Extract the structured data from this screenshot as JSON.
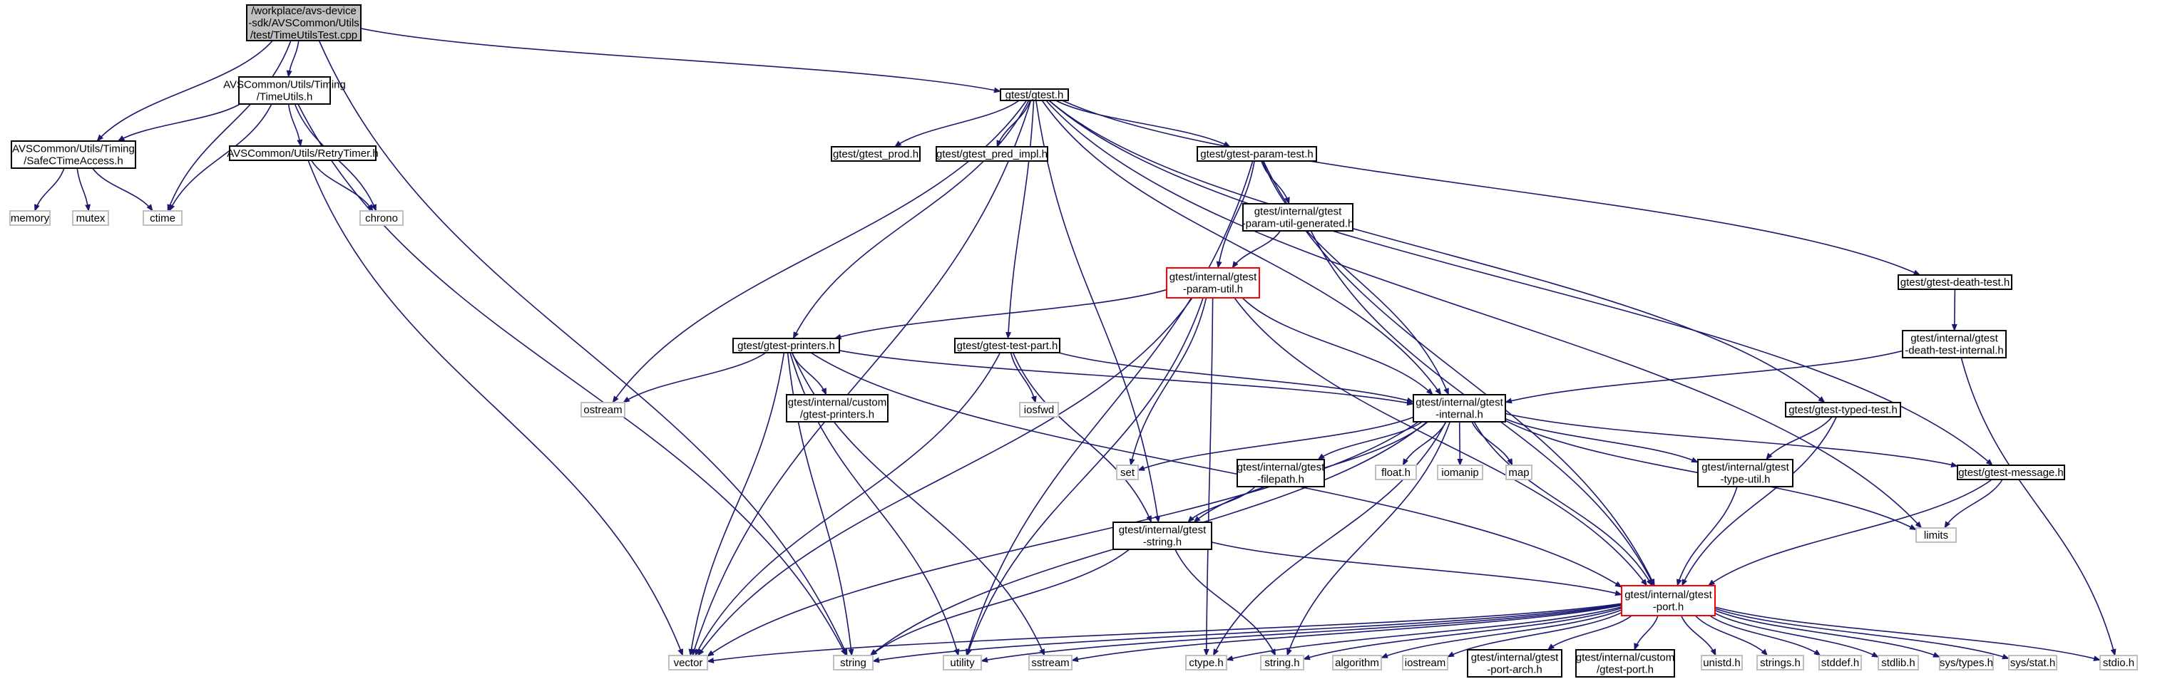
{
  "colors": {
    "edge": "#191970",
    "node_border": "#000000",
    "external_border": "#bfbfbf",
    "error_border": "#ff0000",
    "root_fill": "#bfbfbf",
    "node_fill": "#ffffff"
  },
  "nodes": [
    {
      "id": "root",
      "kind": "root",
      "lines": [
        "/workplace/avs-device",
        "-sdk/AVSCommon/Utils",
        "/test/TimeUtilsTest.cpp"
      ]
    },
    {
      "id": "timeutils",
      "kind": "normal",
      "lines": [
        "AVSCommon/Utils/Timing",
        "/TimeUtils.h"
      ]
    },
    {
      "id": "safectime",
      "kind": "normal",
      "lines": [
        "AVSCommon/Utils/Timing",
        "/SafeCTimeAccess.h"
      ]
    },
    {
      "id": "retrytimer",
      "kind": "normal",
      "lines": [
        "AVSCommon/Utils/RetryTimer.h"
      ]
    },
    {
      "id": "memory",
      "kind": "external",
      "lines": [
        "memory"
      ]
    },
    {
      "id": "mutex",
      "kind": "external",
      "lines": [
        "mutex"
      ]
    },
    {
      "id": "ctime",
      "kind": "external",
      "lines": [
        "ctime"
      ]
    },
    {
      "id": "chrono",
      "kind": "external",
      "lines": [
        "chrono"
      ]
    },
    {
      "id": "gtest",
      "kind": "normal",
      "lines": [
        "gtest/gtest.h"
      ]
    },
    {
      "id": "gtest_prod",
      "kind": "normal",
      "lines": [
        "gtest/gtest_prod.h"
      ]
    },
    {
      "id": "gtest_pred_impl",
      "kind": "normal",
      "lines": [
        "gtest/gtest_pred_impl.h"
      ]
    },
    {
      "id": "param_test",
      "kind": "normal",
      "lines": [
        "gtest/gtest-param-test.h"
      ]
    },
    {
      "id": "param_util_gen",
      "kind": "normal",
      "lines": [
        "gtest/internal/gtest",
        "-param-util-generated.h"
      ]
    },
    {
      "id": "param_util",
      "kind": "error",
      "lines": [
        "gtest/internal/gtest",
        "-param-util.h"
      ]
    },
    {
      "id": "death_test",
      "kind": "normal",
      "lines": [
        "gtest/gtest-death-test.h"
      ]
    },
    {
      "id": "death_test_internal",
      "kind": "normal",
      "lines": [
        "gtest/internal/gtest",
        "-death-test-internal.h"
      ]
    },
    {
      "id": "printers",
      "kind": "normal",
      "lines": [
        "gtest/gtest-printers.h"
      ]
    },
    {
      "id": "test_part",
      "kind": "normal",
      "lines": [
        "gtest/gtest-test-part.h"
      ]
    },
    {
      "id": "custom_printers",
      "kind": "normal",
      "lines": [
        "gtest/internal/custom",
        "/gtest-printers.h"
      ]
    },
    {
      "id": "ostream",
      "kind": "external",
      "lines": [
        "ostream"
      ]
    },
    {
      "id": "iosfwd",
      "kind": "external",
      "lines": [
        "iosfwd"
      ]
    },
    {
      "id": "internal",
      "kind": "normal",
      "lines": [
        "gtest/internal/gtest",
        "-internal.h"
      ]
    },
    {
      "id": "typed_test",
      "kind": "normal",
      "lines": [
        "gtest/gtest-typed-test.h"
      ]
    },
    {
      "id": "set",
      "kind": "external",
      "lines": [
        "set"
      ]
    },
    {
      "id": "filepath",
      "kind": "normal",
      "lines": [
        "gtest/internal/gtest",
        "-filepath.h"
      ]
    },
    {
      "id": "float_h",
      "kind": "external",
      "lines": [
        "float.h"
      ]
    },
    {
      "id": "iomanip",
      "kind": "external",
      "lines": [
        "iomanip"
      ]
    },
    {
      "id": "map",
      "kind": "external",
      "lines": [
        "map"
      ]
    },
    {
      "id": "type_util",
      "kind": "normal",
      "lines": [
        "gtest/internal/gtest",
        "-type-util.h"
      ]
    },
    {
      "id": "message",
      "kind": "normal",
      "lines": [
        "gtest/gtest-message.h"
      ]
    },
    {
      "id": "limits",
      "kind": "external",
      "lines": [
        "limits"
      ]
    },
    {
      "id": "gstring",
      "kind": "normal",
      "lines": [
        "gtest/internal/gtest",
        "-string.h"
      ]
    },
    {
      "id": "port",
      "kind": "error",
      "lines": [
        "gtest/internal/gtest",
        "-port.h"
      ]
    },
    {
      "id": "vector",
      "kind": "external",
      "lines": [
        "vector"
      ]
    },
    {
      "id": "string",
      "kind": "external",
      "lines": [
        "string"
      ]
    },
    {
      "id": "utility",
      "kind": "external",
      "lines": [
        "utility"
      ]
    },
    {
      "id": "sstream",
      "kind": "external",
      "lines": [
        "sstream"
      ]
    },
    {
      "id": "ctype_h",
      "kind": "external",
      "lines": [
        "ctype.h"
      ]
    },
    {
      "id": "string_h",
      "kind": "external",
      "lines": [
        "string.h"
      ]
    },
    {
      "id": "algorithm",
      "kind": "external",
      "lines": [
        "algorithm"
      ]
    },
    {
      "id": "iostream",
      "kind": "external",
      "lines": [
        "iostream"
      ]
    },
    {
      "id": "port_arch",
      "kind": "normal",
      "lines": [
        "gtest/internal/gtest",
        "-port-arch.h"
      ]
    },
    {
      "id": "custom_port",
      "kind": "normal",
      "lines": [
        "gtest/internal/custom",
        "/gtest-port.h"
      ]
    },
    {
      "id": "unistd",
      "kind": "external",
      "lines": [
        "unistd.h"
      ]
    },
    {
      "id": "strings_h",
      "kind": "external",
      "lines": [
        "strings.h"
      ]
    },
    {
      "id": "stddef",
      "kind": "external",
      "lines": [
        "stddef.h"
      ]
    },
    {
      "id": "stdlib",
      "kind": "external",
      "lines": [
        "stdlib.h"
      ]
    },
    {
      "id": "sys_types",
      "kind": "external",
      "lines": [
        "sys/types.h"
      ]
    },
    {
      "id": "sys_stat",
      "kind": "external",
      "lines": [
        "sys/stat.h"
      ]
    },
    {
      "id": "stdio",
      "kind": "external",
      "lines": [
        "stdio.h"
      ]
    }
  ],
  "edges": [
    [
      "root",
      "safectime"
    ],
    [
      "root",
      "ctime"
    ],
    [
      "root",
      "timeutils"
    ],
    [
      "root",
      "gtest"
    ],
    [
      "root",
      "string"
    ],
    [
      "timeutils",
      "safectime"
    ],
    [
      "timeutils",
      "ctime"
    ],
    [
      "timeutils",
      "retrytimer"
    ],
    [
      "timeutils",
      "chrono"
    ],
    [
      "timeutils",
      "string"
    ],
    [
      "safectime",
      "memory"
    ],
    [
      "safectime",
      "mutex"
    ],
    [
      "safectime",
      "ctime"
    ],
    [
      "retrytimer",
      "chrono"
    ],
    [
      "retrytimer",
      "vector"
    ],
    [
      "gtest",
      "gtest_prod"
    ],
    [
      "gtest",
      "gtest_pred_impl"
    ],
    [
      "gtest",
      "param_test"
    ],
    [
      "gtest",
      "death_test"
    ],
    [
      "gtest",
      "printers"
    ],
    [
      "gtest",
      "test_part"
    ],
    [
      "gtest",
      "internal"
    ],
    [
      "gtest",
      "typed_test"
    ],
    [
      "gtest",
      "message"
    ],
    [
      "gtest",
      "limits"
    ],
    [
      "gtest",
      "ostream"
    ],
    [
      "gtest",
      "vector"
    ],
    [
      "gtest",
      "gstring"
    ],
    [
      "param_test",
      "param_util_gen"
    ],
    [
      "param_test",
      "param_util"
    ],
    [
      "param_test",
      "internal"
    ],
    [
      "param_test",
      "port"
    ],
    [
      "param_test",
      "utility"
    ],
    [
      "param_util_gen",
      "param_util"
    ],
    [
      "param_util_gen",
      "port"
    ],
    [
      "param_util",
      "printers"
    ],
    [
      "param_util",
      "internal"
    ],
    [
      "param_util",
      "set"
    ],
    [
      "param_util",
      "vector"
    ],
    [
      "param_util",
      "utility"
    ],
    [
      "param_util",
      "ctype_h"
    ],
    [
      "param_util",
      "port"
    ],
    [
      "death_test",
      "death_test_internal"
    ],
    [
      "death_test_internal",
      "internal"
    ],
    [
      "death_test_internal",
      "stdio"
    ],
    [
      "printers",
      "ostream"
    ],
    [
      "printers",
      "custom_printers"
    ],
    [
      "printers",
      "internal"
    ],
    [
      "printers",
      "vector"
    ],
    [
      "printers",
      "string"
    ],
    [
      "printers",
      "utility"
    ],
    [
      "printers",
      "sstream"
    ],
    [
      "printers",
      "port"
    ],
    [
      "test_part",
      "iosfwd"
    ],
    [
      "test_part",
      "internal"
    ],
    [
      "test_part",
      "gstring"
    ],
    [
      "test_part",
      "vector"
    ],
    [
      "internal",
      "set"
    ],
    [
      "internal",
      "filepath"
    ],
    [
      "internal",
      "float_h"
    ],
    [
      "internal",
      "iomanip"
    ],
    [
      "internal",
      "map"
    ],
    [
      "internal",
      "type_util"
    ],
    [
      "internal",
      "message"
    ],
    [
      "internal",
      "limits"
    ],
    [
      "internal",
      "gstring"
    ],
    [
      "internal",
      "port"
    ],
    [
      "internal",
      "vector"
    ],
    [
      "internal",
      "string"
    ],
    [
      "internal",
      "ctype_h"
    ],
    [
      "internal",
      "string_h"
    ],
    [
      "typed_test",
      "type_util"
    ],
    [
      "typed_test",
      "port"
    ],
    [
      "filepath",
      "gstring"
    ],
    [
      "type_util",
      "port"
    ],
    [
      "message",
      "limits"
    ],
    [
      "message",
      "port"
    ],
    [
      "gstring",
      "port"
    ],
    [
      "gstring",
      "string"
    ],
    [
      "gstring",
      "string_h"
    ],
    [
      "port",
      "vector"
    ],
    [
      "port",
      "string"
    ],
    [
      "port",
      "utility"
    ],
    [
      "port",
      "sstream"
    ],
    [
      "port",
      "ctype_h"
    ],
    [
      "port",
      "string_h"
    ],
    [
      "port",
      "algorithm"
    ],
    [
      "port",
      "iostream"
    ],
    [
      "port",
      "port_arch"
    ],
    [
      "port",
      "custom_port"
    ],
    [
      "port",
      "unistd"
    ],
    [
      "port",
      "strings_h"
    ],
    [
      "port",
      "stddef"
    ],
    [
      "port",
      "stdlib"
    ],
    [
      "port",
      "sys_types"
    ],
    [
      "port",
      "sys_stat"
    ],
    [
      "port",
      "stdio"
    ]
  ]
}
